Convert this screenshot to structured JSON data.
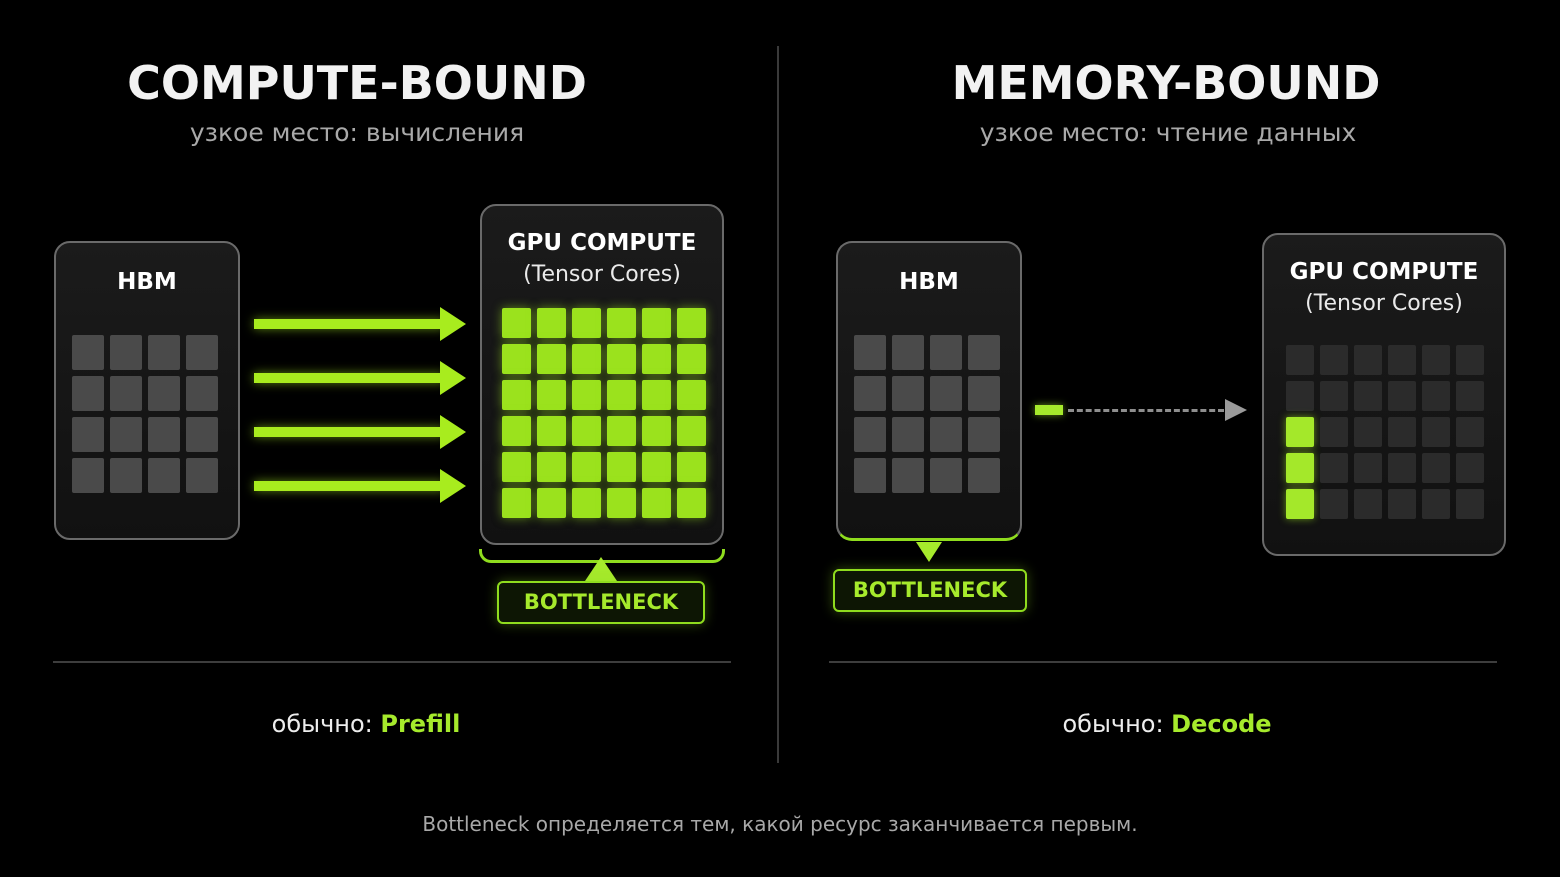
{
  "left": {
    "title": "COMPUTE-BOUND",
    "subtitle": "узкое место: вычисления",
    "memory_label": "HBM",
    "compute_label_line1": "GPU COMPUTE",
    "compute_label_line2": "(Tensor Cores)",
    "badge": "BOTTLENECK",
    "usually_prefix": "обычно:",
    "usually_value": "Prefill"
  },
  "right": {
    "title": "MEMORY-BOUND",
    "subtitle": "узкое место: чтение данных",
    "memory_label": "HBM",
    "compute_label_line1": "GPU COMPUTE",
    "compute_label_line2": "(Tensor Cores)",
    "badge": "BOTTLENECK",
    "usually_prefix": "обычно:",
    "usually_value": "Decode"
  },
  "footer": "Bottleneck определяется тем, какой ресурс заканчивается первым.",
  "colors": {
    "accent": "#a6ea2c",
    "background": "#000000",
    "panel_border": "#6a6a6a",
    "inactive_cell": "#4a4a4a"
  },
  "icons": {
    "arrow": "arrow-right",
    "pointer": "triangle"
  }
}
